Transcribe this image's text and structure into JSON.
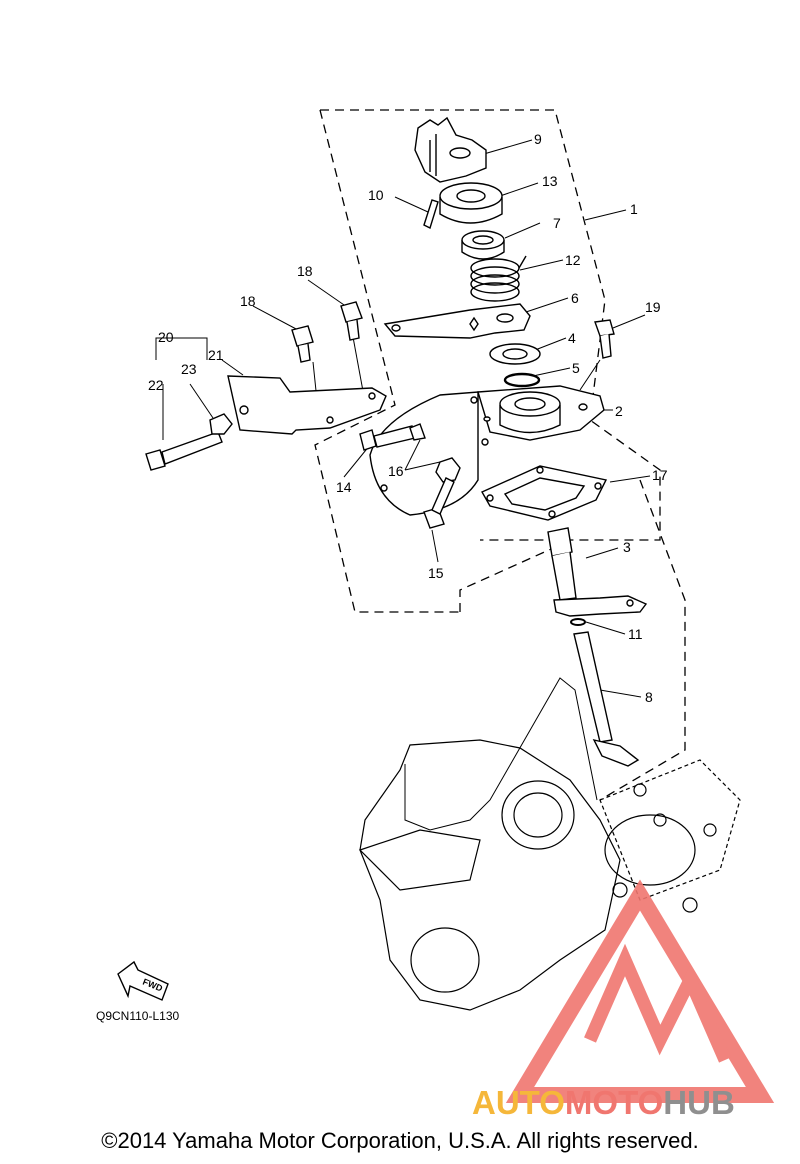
{
  "diagram": {
    "callouts": [
      "1",
      "2",
      "3",
      "4",
      "5",
      "6",
      "7",
      "8",
      "9",
      "10",
      "11",
      "12",
      "13",
      "14",
      "15",
      "16",
      "17",
      "18",
      "18",
      "19",
      "20",
      "21",
      "22",
      "23"
    ],
    "fwd_label": "FWD",
    "figure_code": "Q9CN110-L130"
  },
  "watermark": {
    "part1": "AUTO",
    "part2": "MOTO",
    "part3": "HUB",
    "colors": {
      "yellow": "#f5b73a",
      "red": "#f0766f",
      "gray": "#8f8f8f"
    }
  },
  "copyright": "©2014 Yamaha Motor Corporation, U.S.A. All rights reserved."
}
